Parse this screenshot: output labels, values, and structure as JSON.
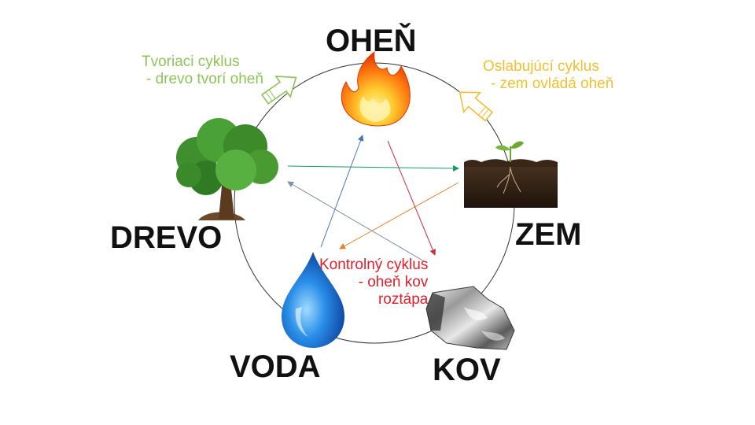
{
  "elements": {
    "fire": "OHEŇ",
    "wood": "DREVO",
    "earth": "ZEM",
    "water": "VODA",
    "metal": "KOV"
  },
  "notes": {
    "creating": {
      "line1": "Tvoriaci cyklus",
      "line2": "- drevo tvorí oheň",
      "color": "#8dc45a"
    },
    "weakening": {
      "line1": "Oslabujúcí cyklus",
      "line2": "- zem ovládá oheň",
      "color": "#f0c030"
    },
    "controlling": {
      "line1": "Kontrolný cyklus",
      "line2": "- oheň kov",
      "line3": "roztápa",
      "color": "#e0202a"
    }
  },
  "colors": {
    "circle": "#333333",
    "arrow_wood_earth": "#1a9a6a",
    "arrow_earth_water": "#e8802a",
    "arrow_water_fire": "#4a78b0",
    "arrow_fire_metal": "#c83040",
    "arrow_metal_wood": "#8090a0"
  },
  "icons": [
    "fire-icon",
    "tree-icon",
    "soil-sprout-icon",
    "water-drop-icon",
    "metal-ore-icon"
  ]
}
